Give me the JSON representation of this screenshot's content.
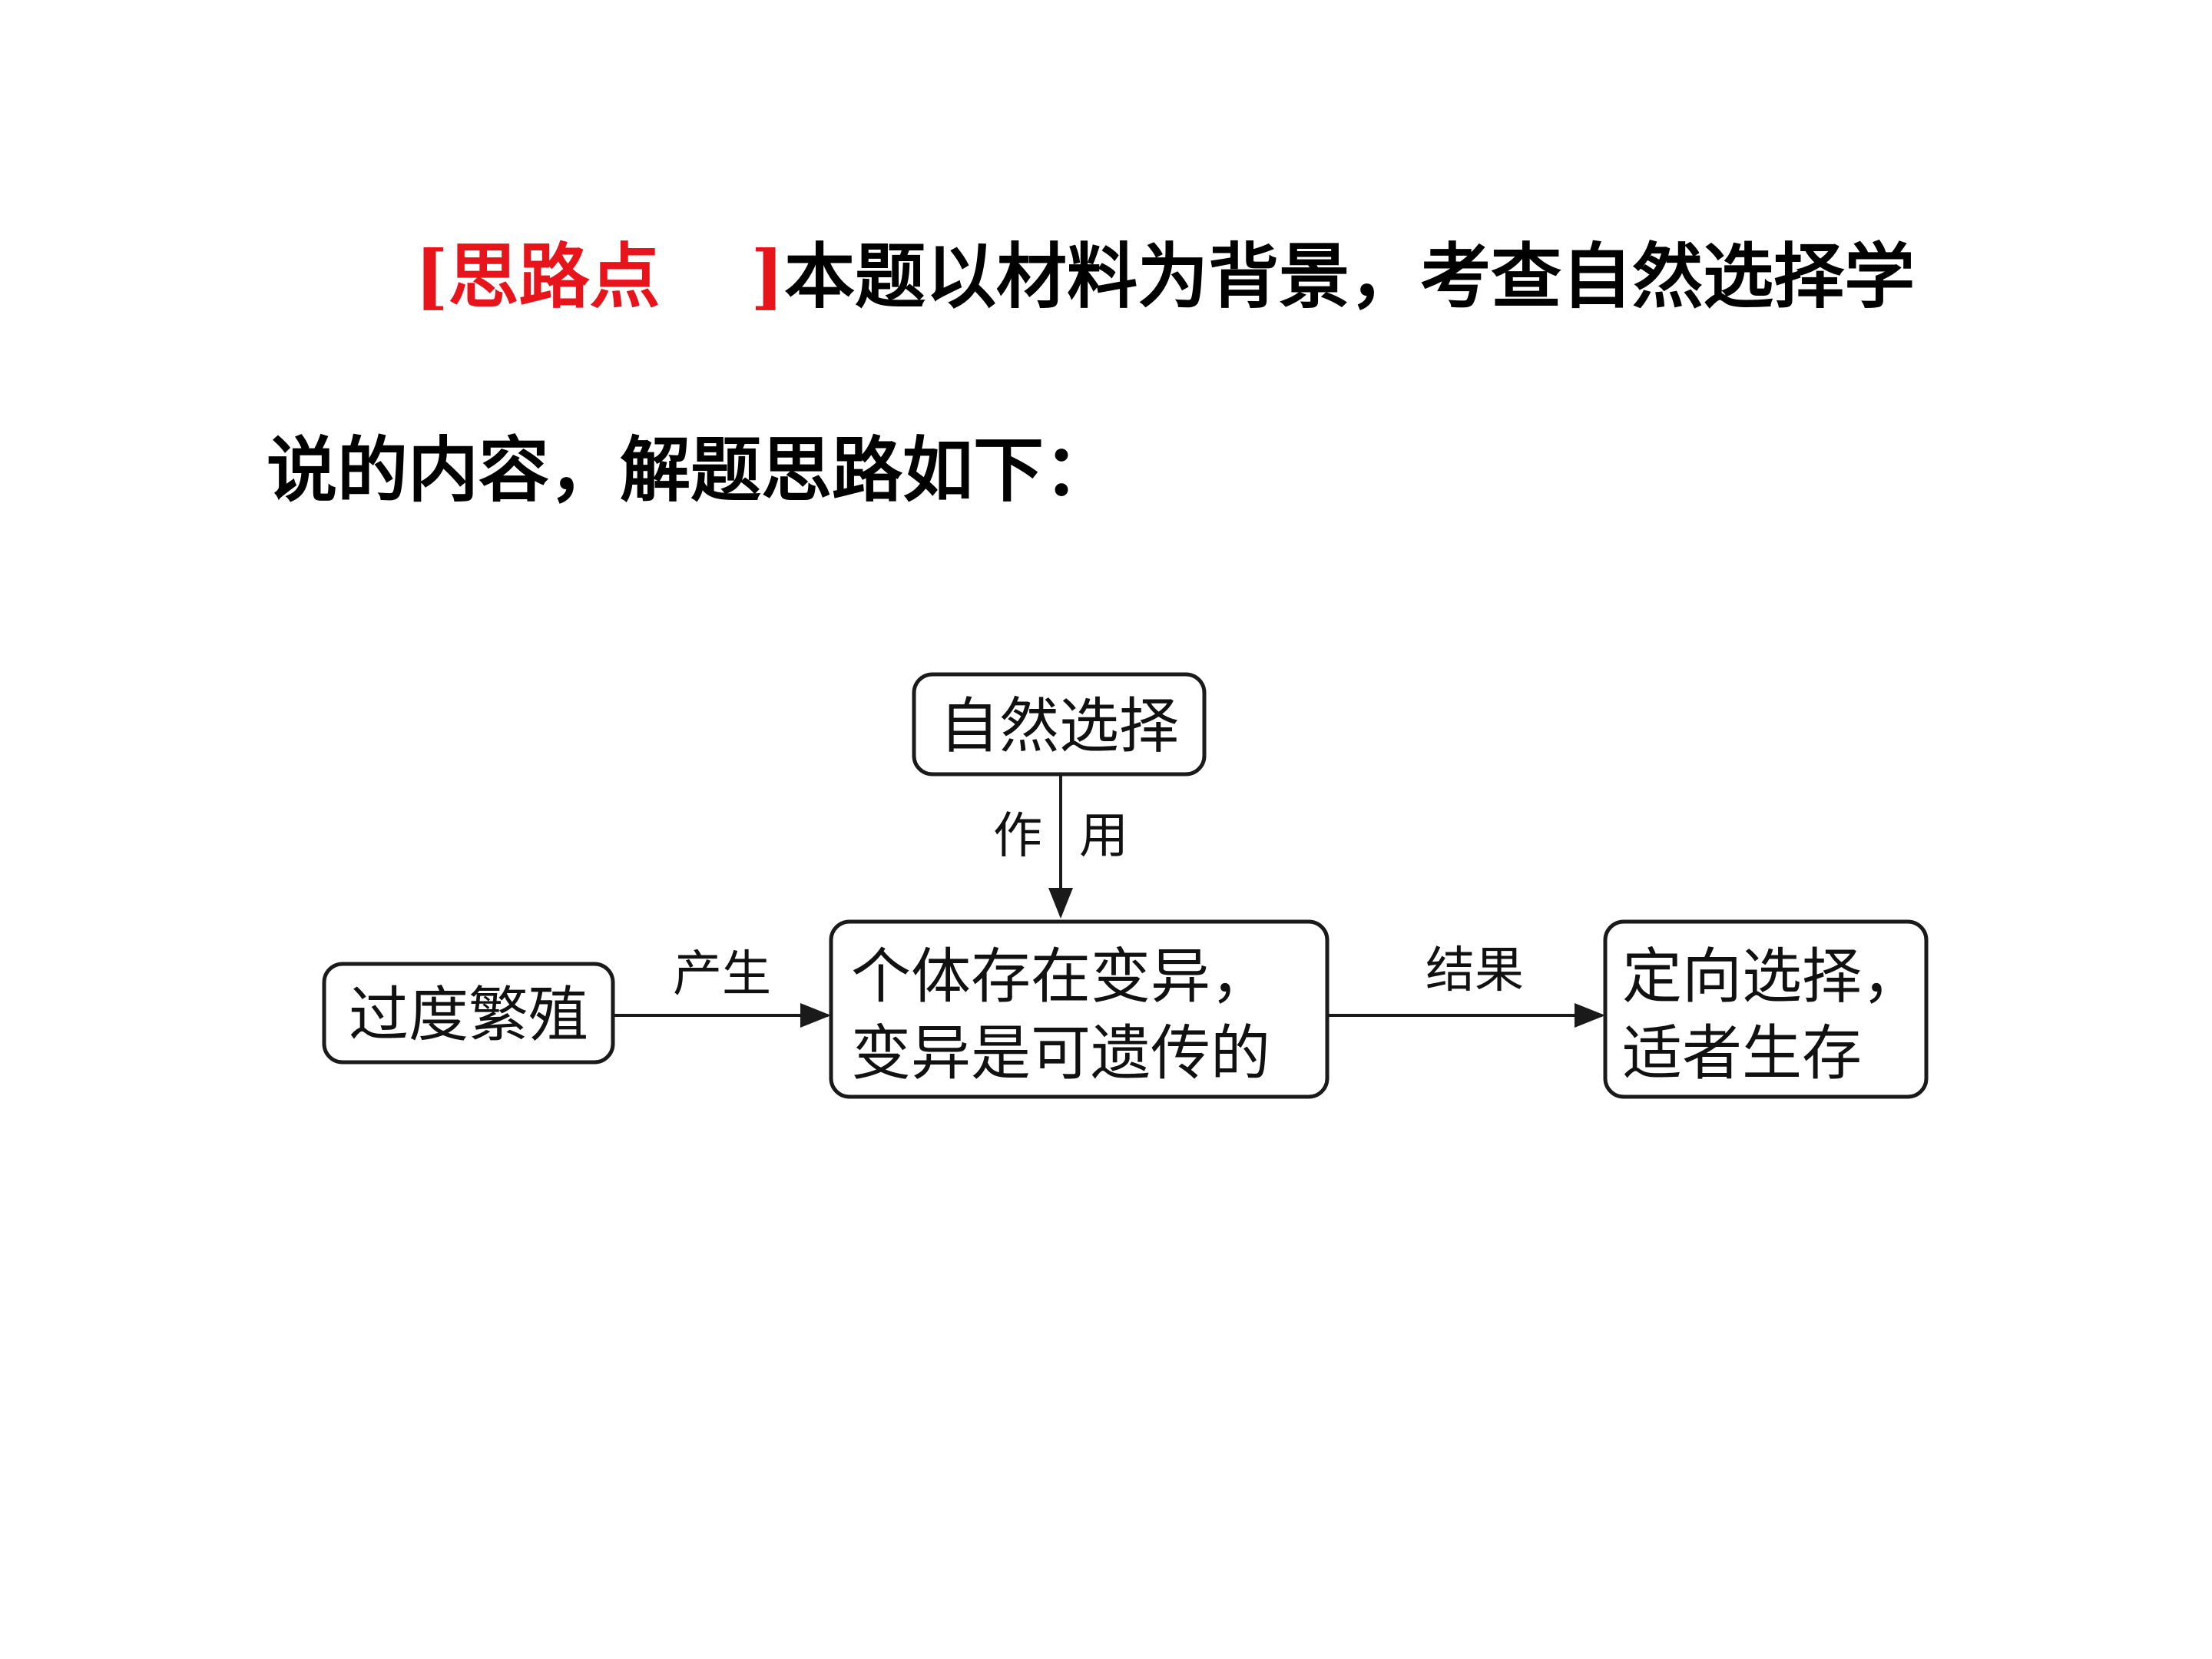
{
  "paragraph": {
    "line1": {
      "open_bracket": "[",
      "label": "思路点",
      "close_bracket": "]",
      "text": "本题以材料为背景，考查自然选择学"
    },
    "line2": "说的内容，解题思路如下："
  },
  "colors": {
    "label": "#e8141b",
    "text": "#000000"
  },
  "diagram": {
    "nodes": {
      "natural_selection": "自然选择",
      "overbreeding": "过度繁殖",
      "variation": [
        "个体存在变异，",
        "变异是可遗传的"
      ],
      "result": [
        "定向选择，",
        "适者生存"
      ]
    },
    "edges": {
      "acts_on": [
        "作",
        "用"
      ],
      "produces": "产生",
      "outcome": "结果"
    }
  }
}
